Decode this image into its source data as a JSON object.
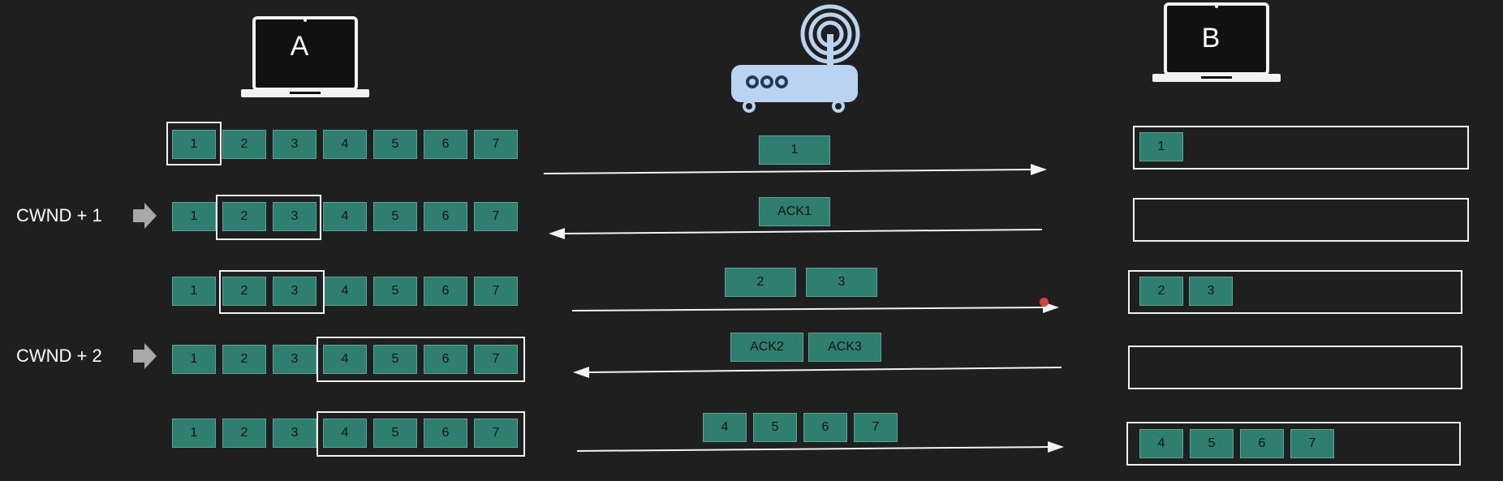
{
  "hosts": {
    "sender": "A",
    "receiver": "B"
  },
  "labels": {
    "cwnd_plus_1": "CWND + 1",
    "cwnd_plus_2": "CWND + 2"
  },
  "sender_rows": [
    [
      "1",
      "2",
      "3",
      "4",
      "5",
      "6",
      "7"
    ],
    [
      "1",
      "2",
      "3",
      "4",
      "5",
      "6",
      "7"
    ],
    [
      "1",
      "2",
      "3",
      "4",
      "5",
      "6",
      "7"
    ],
    [
      "1",
      "2",
      "3",
      "4",
      "5",
      "6",
      "7"
    ],
    [
      "1",
      "2",
      "3",
      "4",
      "5",
      "6",
      "7"
    ]
  ],
  "in_flight": [
    [
      "1"
    ],
    [
      "ACK1"
    ],
    [
      "2",
      "3"
    ],
    [
      "ACK2",
      "ACK3"
    ],
    [
      "4",
      "5",
      "6",
      "7"
    ]
  ],
  "received": [
    [
      "1"
    ],
    [],
    [
      "2",
      "3"
    ],
    [],
    [
      "4",
      "5",
      "6",
      "7"
    ]
  ],
  "colors": {
    "background": "#1f1f1f",
    "packet": "#2f7f70",
    "router": "#b9d3f0",
    "line": "#f2f2f2"
  }
}
